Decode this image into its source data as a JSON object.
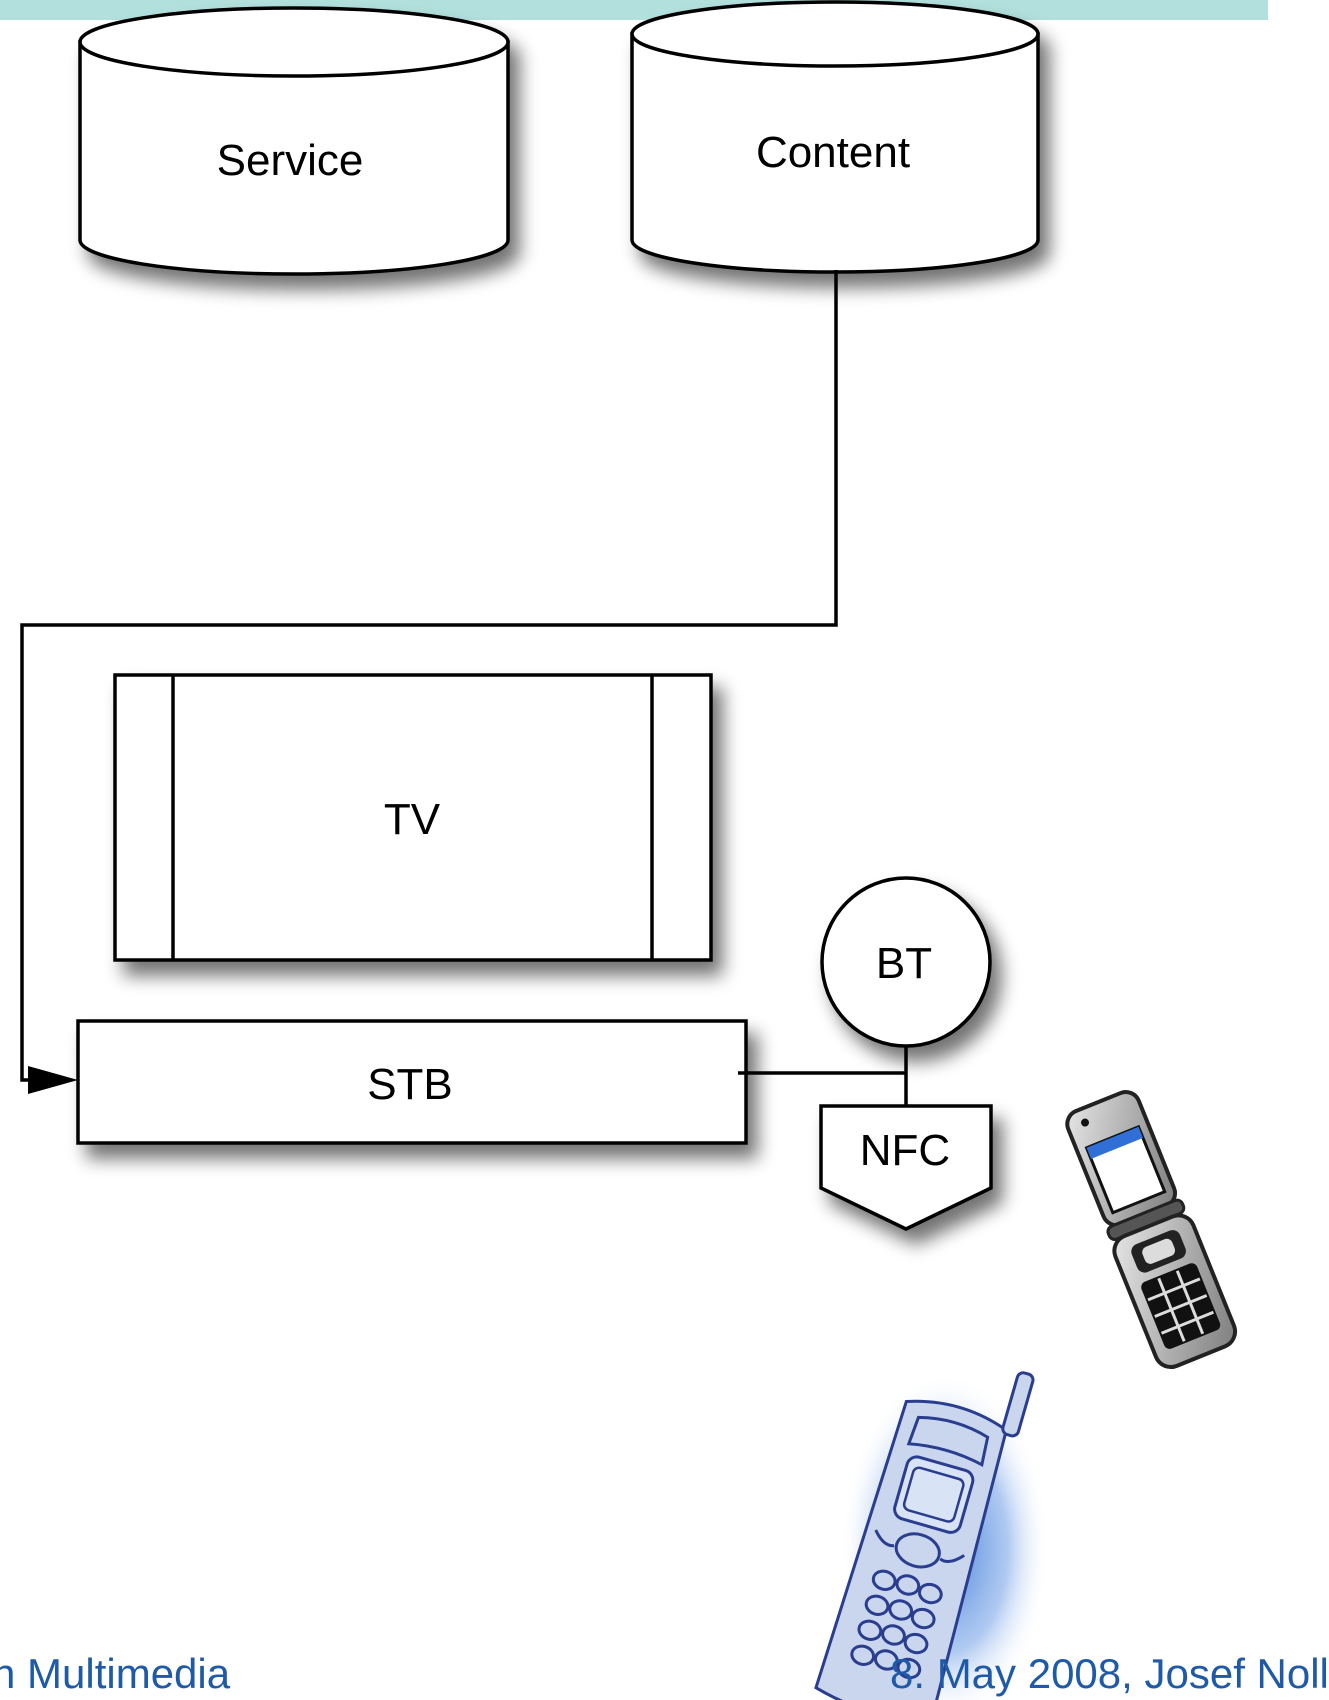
{
  "colors": {
    "top_band": "#b2e0dc",
    "footer_text": "#1f5aa8",
    "phone_glow": "#3a78d8",
    "phone_outline": "#2a3d8f",
    "phone_fill": "#c9d6ee"
  },
  "diagram": {
    "nodes": {
      "service": "Service",
      "content": "Content",
      "tv": "TV",
      "stb": "STB",
      "bt": "BT",
      "nfc": "NFC"
    },
    "icons": [
      "flip-phone-icon",
      "candybar-phone-icon"
    ]
  },
  "footer": {
    "left_text": "n Multimedia",
    "right_text": "8. May 2008, Josef Noll"
  }
}
